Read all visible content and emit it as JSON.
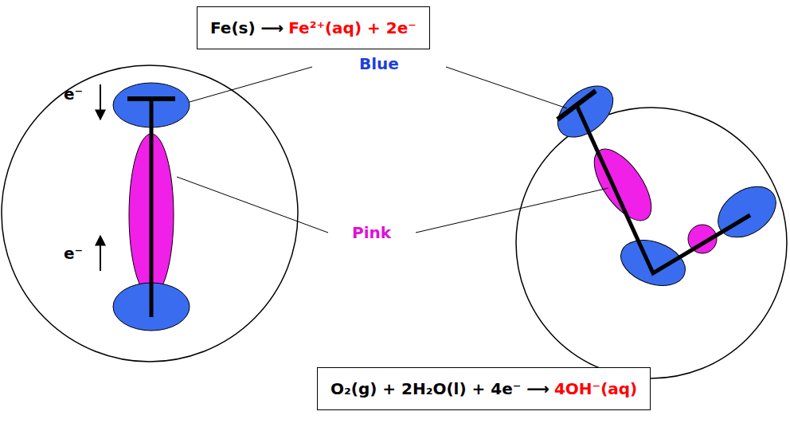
{
  "diagram": {
    "nodes": [
      {
        "text": [
          "Fe(s) ⟶",
          "Fe²⁺(aq) + 2e⁻"
        ]
      },
      {
        "text": [
          "O₂(g) + 2H₂O(l) + 4e⁻ ⟶",
          "4OH⁻(aq)"
        ]
      }
    ],
    "labels": [
      "Blue",
      "Pink",
      "e⁻",
      "e⁻"
    ]
  }
}
